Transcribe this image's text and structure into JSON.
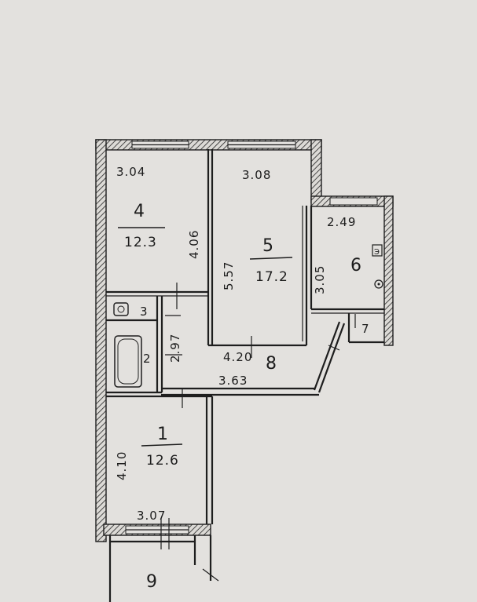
{
  "floor_plan": {
    "rooms": [
      {
        "id": "1",
        "number": "1",
        "area": "12.6",
        "width": "3.07",
        "depth": "4.10"
      },
      {
        "id": "2",
        "number": "2",
        "depth": "2.97"
      },
      {
        "id": "3",
        "number": "3"
      },
      {
        "id": "4",
        "number": "4",
        "area": "12.3",
        "width": "3.04",
        "depth": "4.06"
      },
      {
        "id": "5",
        "number": "5",
        "area": "17.2",
        "width": "3.08",
        "depth": "5.57"
      },
      {
        "id": "6",
        "number": "6",
        "width": "2.49",
        "depth": "3.05"
      },
      {
        "id": "7",
        "number": "7"
      },
      {
        "id": "8",
        "number": "8",
        "width": "4.20",
        "length": "3.63"
      },
      {
        "id": "9",
        "number": "9"
      }
    ],
    "fixture_marks": {
      "stove": "Э"
    }
  }
}
